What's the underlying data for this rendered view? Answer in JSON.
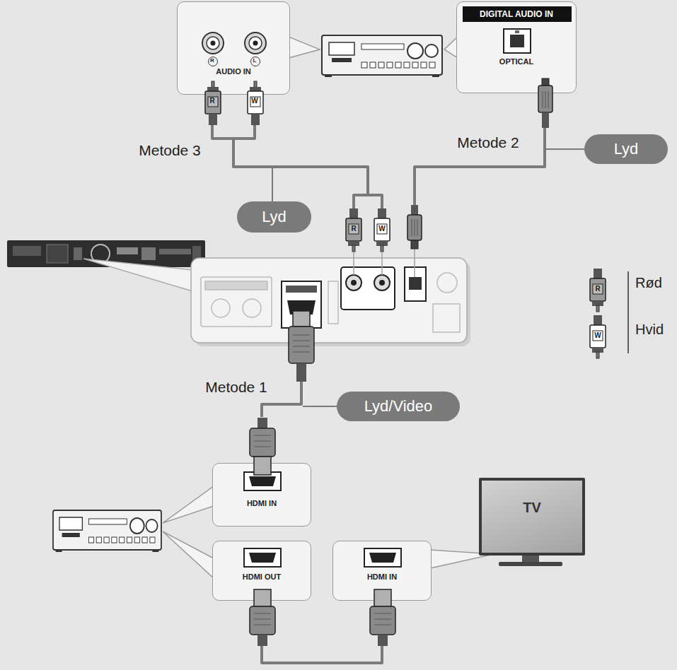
{
  "diagram": {
    "nodes": [
      {
        "text": [
          "AUDIO IN"
        ]
      },
      {
        "text": [
          "DIGITAL AUDIO IN",
          "OPTICAL"
        ]
      },
      {
        "text": [
          "Lyd"
        ]
      },
      {
        "text": [
          "Lyd"
        ]
      },
      {
        "text": [
          "Lyd/Video"
        ]
      },
      {
        "text": [
          "HDMI IN"
        ]
      },
      {
        "text": [
          "TV"
        ]
      },
      {
        "text": [
          "HDMI OUT"
        ]
      },
      {
        "text": [
          "HDMI IN"
        ]
      }
    ],
    "edges": [
      {
        "from": 7,
        "to": 8,
        "arrow": "none"
      }
    ],
    "labels": [
      "R",
      "L",
      "R",
      "W",
      "Metode 2",
      "Metode 3",
      "R",
      "W",
      "R",
      "W",
      "Metode 1"
    ],
    "legend": [
      {
        "text": "Rød"
      },
      {
        "text": "Hvid"
      }
    ]
  }
}
